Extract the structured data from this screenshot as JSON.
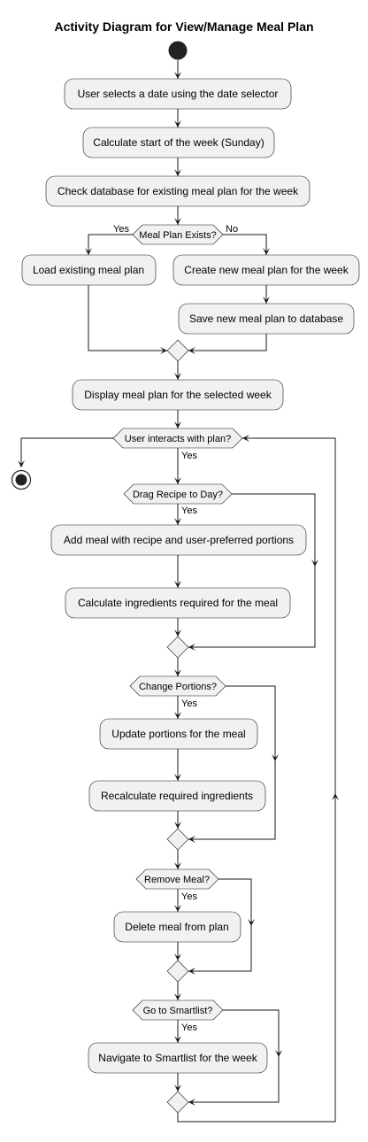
{
  "title": "Activity Diagram for View/Manage Meal Plan",
  "actions": {
    "select_date": "User selects a date using the date selector",
    "calc_week_start": "Calculate start of the week (Sunday)",
    "check_db": "Check database for existing meal plan for the week",
    "load_plan": "Load existing meal plan",
    "create_plan": "Create new meal plan for the week",
    "save_plan": "Save new meal plan to database",
    "display_plan": "Display meal plan for the selected week",
    "add_meal": "Add meal with recipe and user-preferred portions",
    "calc_ingredients": "Calculate ingredients required for the meal",
    "update_portions": "Update portions for the meal",
    "recalc_ingredients": "Recalculate required ingredients",
    "delete_meal": "Delete meal from plan",
    "navigate_smartlist": "Navigate to Smartlist for the week"
  },
  "decisions": {
    "plan_exists": "Meal Plan Exists?",
    "user_interacts": "User interacts with plan?",
    "drag_recipe": "Drag Recipe to Day?",
    "change_portions": "Change Portions?",
    "remove_meal": "Remove Meal?",
    "go_smartlist": "Go to Smartlist?"
  },
  "edge_labels": {
    "plan_exists_yes": "Yes",
    "plan_exists_no": "No",
    "interacts_yes": "Yes",
    "drag_yes": "Yes",
    "portions_yes": "Yes",
    "remove_yes": "Yes",
    "smartlist_yes": "Yes"
  }
}
